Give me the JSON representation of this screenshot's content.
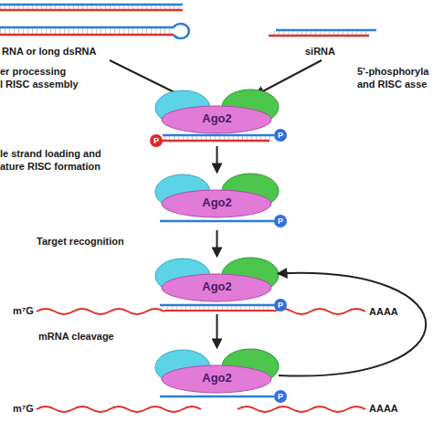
{
  "diagram": {
    "nodes": [
      {
        "text": [
          "Ago2"
        ]
      },
      {
        "text": [
          "P"
        ],
        "in": 0
      },
      {
        "text": [
          "P"
        ],
        "in": 0
      },
      {
        "text": [
          "Ago2"
        ]
      },
      {
        "text": [
          "P"
        ],
        "in": 3
      },
      {
        "text": [
          "Ago2"
        ]
      },
      {
        "text": [
          "P"
        ],
        "in": 5
      },
      {
        "text": [
          "Ago2"
        ]
      },
      {
        "text": [
          "P"
        ],
        "in": 7
      }
    ],
    "edges": [
      {
        "from": 0,
        "to": 3,
        "arrow": "to"
      },
      {
        "from": 3,
        "to": 5,
        "arrow": "to"
      },
      {
        "from": 5,
        "to": 7,
        "arrow": "to"
      },
      {
        "from": 7,
        "to": 5,
        "arrow": "to"
      }
    ],
    "labels": [
      "RNA or long dsRNA",
      "siRNA",
      "er processing",
      "l RISC assembly",
      "5'-phosphoryla",
      "and RISC asse",
      "le strand loading and",
      "ature RISC formation",
      "Target recognition",
      "m⁷G",
      "AAAA",
      "mRNA cleavage",
      "m⁷G",
      "AAAA"
    ]
  }
}
